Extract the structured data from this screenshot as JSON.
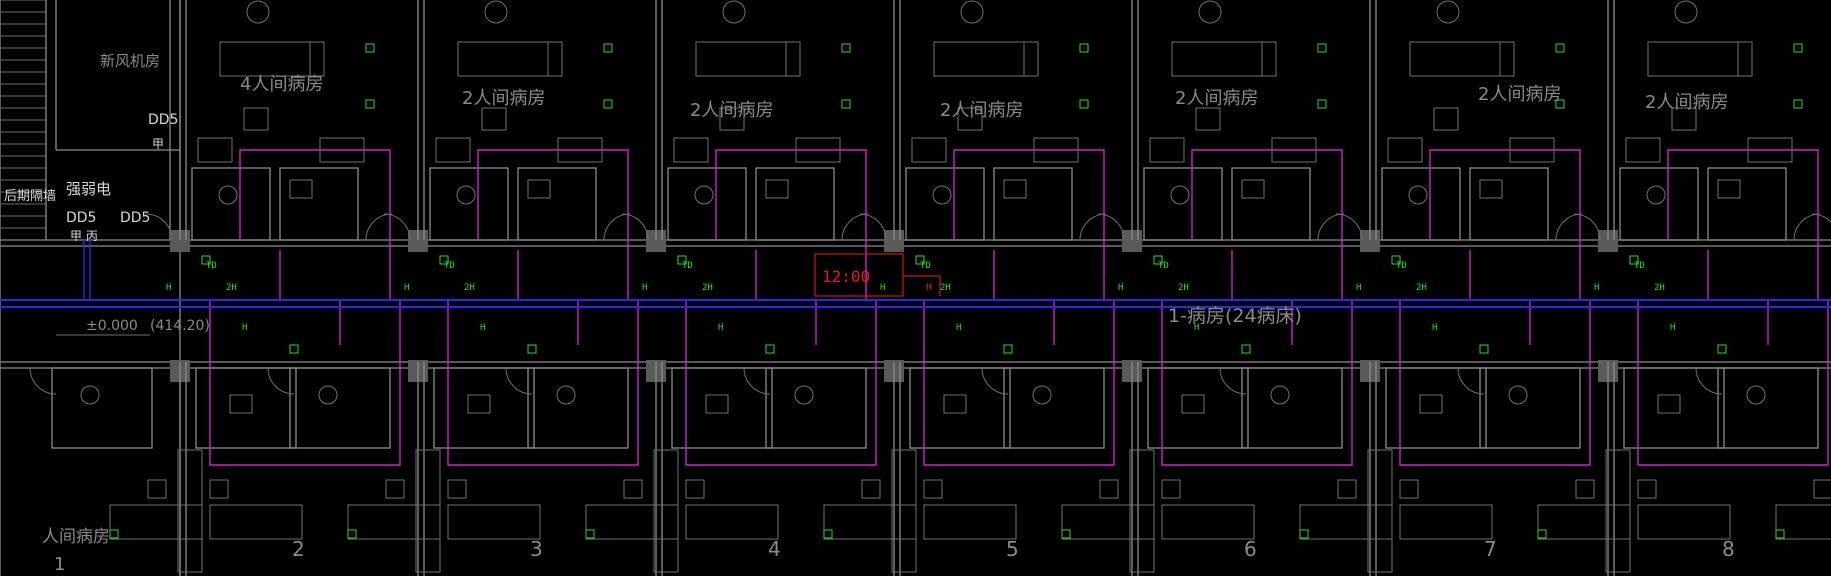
{
  "drawing": {
    "bg": "#000000",
    "colors": {
      "walls": "#8c8c8c",
      "pink_line": "#d020d0",
      "blue_line": "#2a2ae0",
      "device": "#22e022",
      "marker": "#e02020"
    },
    "top_labels": [
      "新风机房",
      "4人间病房",
      "2人间病房",
      "2人间病房",
      "2人间病房",
      "2人间病房",
      "2人间病房",
      "2人间病房"
    ],
    "left_labels": [
      "后期隔墙",
      "强弱电"
    ],
    "device_tags": [
      "DD5",
      "DD5",
      "DD5"
    ],
    "fan_tag": "甲",
    "panel_tag": "甲 丙",
    "time_marker": "12:00",
    "elevation": "±0.000",
    "elevation_ref": "(414.20)",
    "corridor_label": "1-病房(24病床)",
    "bottom_label": "人间病房",
    "room_numbers": [
      "1",
      "2",
      "3",
      "4",
      "5",
      "6",
      "7",
      "8"
    ],
    "pipe_tag_h": "H",
    "pipe_tag_2h": "2H",
    "detector_tag": "TD"
  }
}
